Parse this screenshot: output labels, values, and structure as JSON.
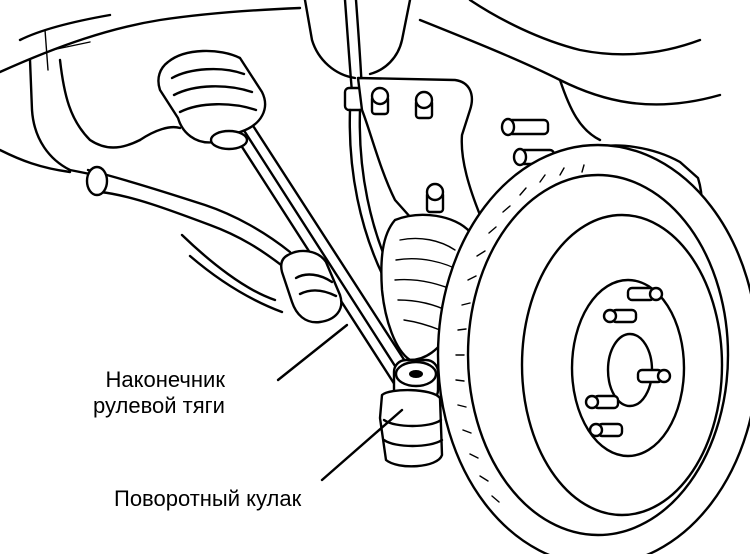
{
  "labels": {
    "tie_rod_end_line1": "Наконечник",
    "tie_rod_end_line2": "рулевой тяги",
    "steering_knuckle": "Поворотный кулак"
  },
  "colors": {
    "ink": "#000000",
    "paper": "#ffffff"
  }
}
